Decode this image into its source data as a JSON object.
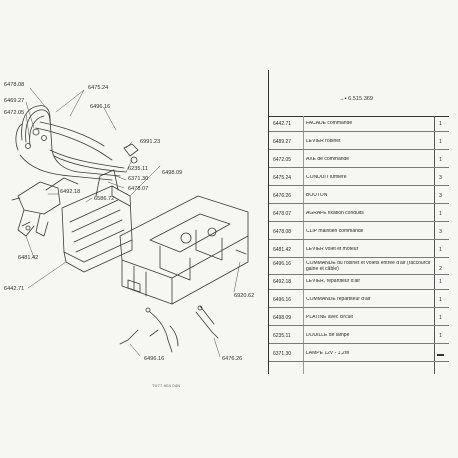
{
  "diagram": {
    "callouts": [
      {
        "id": "6478.08a",
        "text": "6478.08"
      },
      {
        "id": "6475.24a",
        "text": "6475.24"
      },
      {
        "id": "6469.27",
        "text": "6469.27"
      },
      {
        "id": "6472.05",
        "text": "6472.05"
      },
      {
        "id": "6496.16a",
        "text": "6496.16"
      },
      {
        "id": "6991.23",
        "text": "6991.23"
      },
      {
        "id": "6235.11",
        "text": "6235.11"
      },
      {
        "id": "6371.30",
        "text": "6371.30"
      },
      {
        "id": "6478.07",
        "text": "6478.07"
      },
      {
        "id": "6492.18",
        "text": "6492.18"
      },
      {
        "id": "6586.72",
        "text": "6586.72"
      },
      {
        "id": "6498.09",
        "text": "6498.09"
      },
      {
        "id": "6481.42",
        "text": "6481.42"
      },
      {
        "id": "6442.71",
        "text": "6442.71"
      },
      {
        "id": "6920.62",
        "text": "6920.62"
      },
      {
        "id": "6496.16b",
        "text": "6496.16"
      },
      {
        "id": "6476.26",
        "text": "6476.26"
      }
    ],
    "footer_code": "TU77  604  04N"
  },
  "table": {
    "reference": "6.515.369",
    "rows": [
      {
        "num": "6442.71",
        "desc": "FACADE commande",
        "qty": "1"
      },
      {
        "num": "6489.27",
        "desc": "LEVIER robinet",
        "qty": "1"
      },
      {
        "num": "6472.05",
        "desc": "AXE de commande",
        "qty": "1"
      },
      {
        "num": "6475.24",
        "desc": "CONDUIT lumière",
        "qty": "3"
      },
      {
        "num": "6476.26",
        "desc": "BOUTON",
        "qty": "3"
      },
      {
        "num": "6478.07",
        "desc": "AGRAFE fixation conduits",
        "qty": "1"
      },
      {
        "num": "6478.08",
        "desc": "CLIP maintien commande",
        "qty": "3"
      },
      {
        "num": "6481.42",
        "desc": "LEVIER volet et moteur",
        "qty": "1"
      },
      {
        "num": "6496.16",
        "desc": "COMMANDE du robinet et volets entrée d'air (raccourcir gaine et câble)",
        "qty": "2"
      },
      {
        "num": "6492.18",
        "desc": "LEVIER, répartiteur d'air",
        "qty": "1"
      },
      {
        "num": "6496.16",
        "desc": "COMMANDE répartiteur d'air",
        "qty": "1"
      },
      {
        "num": "6498.09",
        "desc": "PLATINE avec circuit",
        "qty": "1"
      },
      {
        "num": "6235.11",
        "desc": "DOUILLE de lampe",
        "qty": "1"
      },
      {
        "num": "6371.30",
        "desc": "LAMPE 12V - 1,2W",
        "qty": ""
      }
    ]
  }
}
